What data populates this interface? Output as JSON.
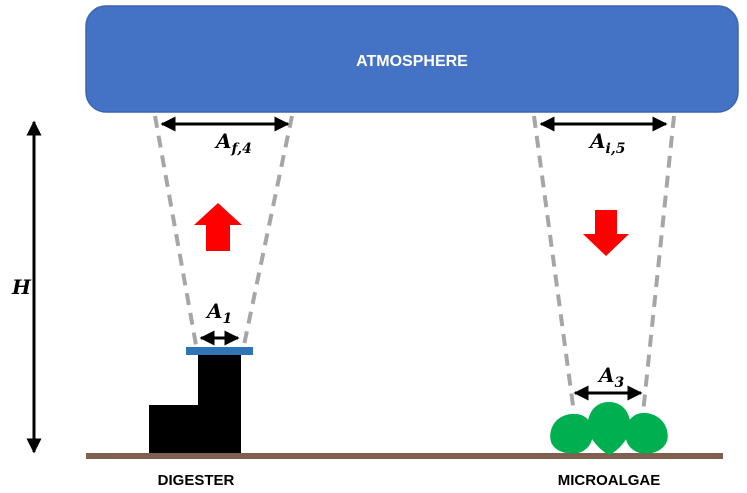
{
  "atmosphere": {
    "label": "ATMOSPHERE",
    "fill_color": "#4472C4",
    "text_color": "#ffffff"
  },
  "height_label": "H",
  "digester": {
    "label": "DIGESTER",
    "outlet_area": {
      "base": "A",
      "sub": "1"
    },
    "plume_area": {
      "base": "A",
      "sub": "f,4"
    },
    "flow_direction": "up",
    "outlet_color": "#2E75B6",
    "body_color": "#000000"
  },
  "microalgae": {
    "label": "MICROALGAE",
    "source_area": {
      "base": "A",
      "sub": "3"
    },
    "plume_area": {
      "base": "A",
      "sub": "i,5"
    },
    "flow_direction": "down",
    "color": "#00B050"
  },
  "colors": {
    "flow_arrow": "#FF0000",
    "ground": "#7F5F4F",
    "plume_boundary": "#A6A6A6",
    "dimension_arrow": "#000000"
  }
}
